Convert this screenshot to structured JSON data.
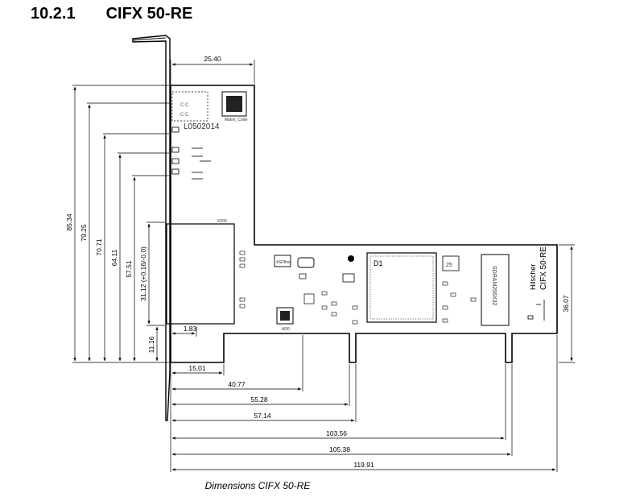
{
  "heading": {
    "number": "10.2.1",
    "title": "CIFX 50-RE"
  },
  "caption": "Dimensions CIFX 50-RE",
  "dimensions": {
    "horizontal": {
      "width_top": "25.40",
      "offset_small": "1.83",
      "d1": "15.01",
      "d2": "40.77",
      "d3": "55.28",
      "d4": "57.14",
      "d5": "103.56",
      "d6": "105.38",
      "total": "119.91"
    },
    "vertical": {
      "v1": "85.34",
      "v2": "79.25",
      "v3": "70.71",
      "v4": "64.11",
      "v5": "57.51",
      "v6": "31.12 (+0.16/-0.0)",
      "v7": "11.16",
      "right": "36.07"
    }
  },
  "board_labels": {
    "board_id": "L0502014",
    "matrix_code": "Matrix_Code",
    "chip_d1": "D1",
    "sdram": "SDRAM256X32",
    "brand": "Hilscher",
    "model": "CIFX 50-RE",
    "connector": "X200",
    "osc": "25",
    "ic_a": "4SD8xx",
    "ic_b": "AD0"
  }
}
